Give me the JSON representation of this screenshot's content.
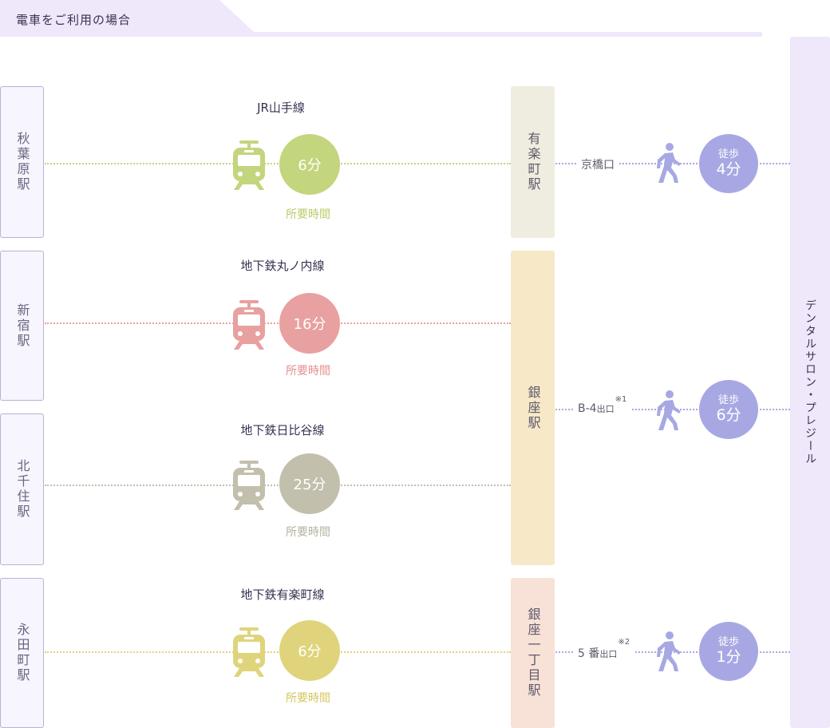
{
  "header": {
    "title": "電車をご利用の場合"
  },
  "destination": {
    "label": "デンタルサロン・プレジール"
  },
  "origins": [
    {
      "label": "秋葉原駅"
    },
    {
      "label": "新宿駅"
    },
    {
      "label": "北千住駅"
    },
    {
      "label": "永田町駅"
    }
  ],
  "routes": [
    {
      "line": "JR山手線",
      "time": "6分",
      "note": "所要時間",
      "color": "#c3d57d"
    },
    {
      "line": "地下鉄丸ノ内線",
      "time": "16分",
      "note": "所要時間",
      "color": "#e9a0a0"
    },
    {
      "line": "地下鉄日比谷線",
      "time": "25分",
      "note": "所要時間",
      "color": "#c2bfac"
    },
    {
      "line": "地下鉄有楽町線",
      "time": "6分",
      "note": "所要時間",
      "color": "#dfd47b"
    }
  ],
  "stations": [
    {
      "label": "有楽町駅",
      "color": "#efede0"
    },
    {
      "label": "銀座駅",
      "color": "#f7e8c8"
    },
    {
      "label": "銀座一丁目駅",
      "color": "#f8e1d7"
    }
  ],
  "exits": [
    {
      "label": "京橋口",
      "exit_word": "",
      "note": ""
    },
    {
      "label": "B-4",
      "exit_word": "出口",
      "note": "※1"
    },
    {
      "label": "5 番",
      "exit_word": "出口",
      "note": "※2"
    }
  ],
  "walks": [
    {
      "prefix": "徒歩",
      "time": "4分"
    },
    {
      "prefix": "徒歩",
      "time": "6分"
    },
    {
      "prefix": "徒歩",
      "time": "1分"
    }
  ],
  "colors": {
    "walk": "#a7a8e3",
    "header_bg": "#efe7fa",
    "salon_bg": "#efe7fa",
    "border": "#b9b2d4"
  }
}
